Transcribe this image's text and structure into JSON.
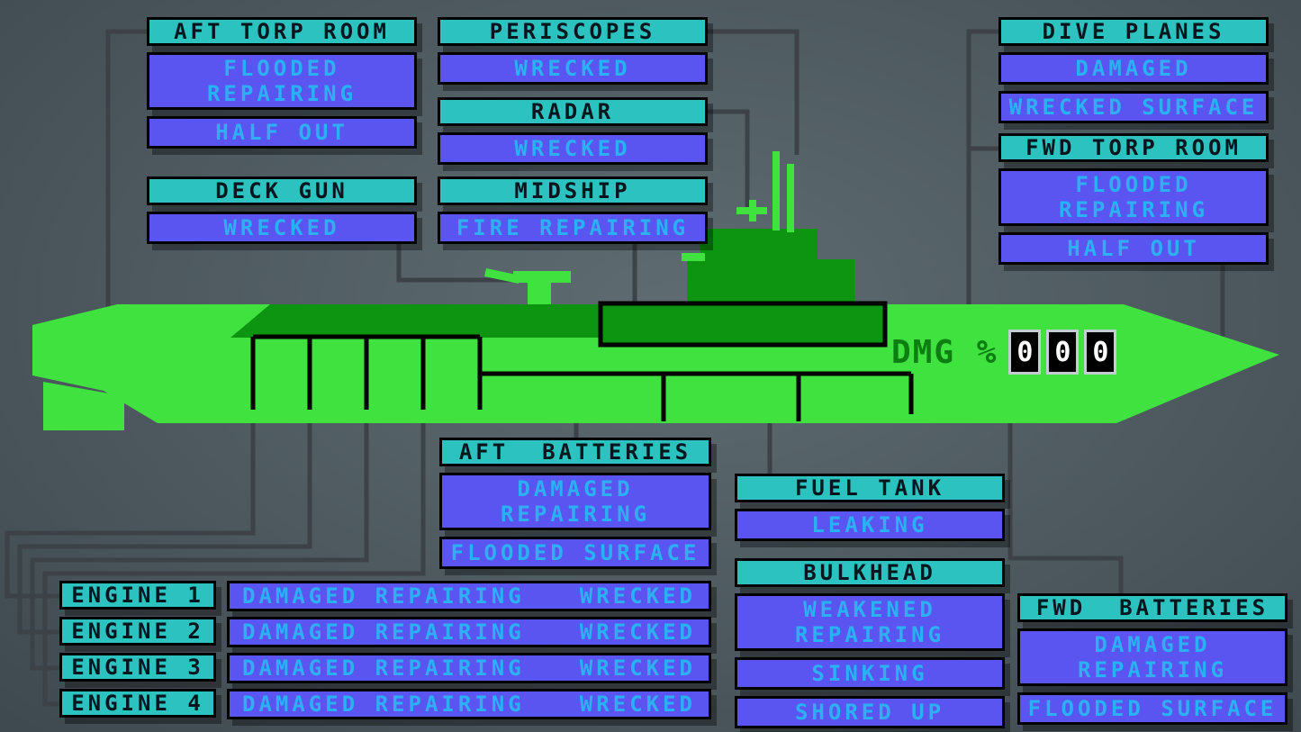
{
  "colors": {
    "header_bg": "#2bc2c0",
    "header_text": "#03161d",
    "status_bg": "#5a55f0",
    "status_text": "#2cb0f2",
    "hull_green": "#3fe23f",
    "deck_green": "#0d9410",
    "connector_line": "#3c4247",
    "digit_bg": "#000000",
    "digit_text": "#ffffff"
  },
  "panels": {
    "aft_torp_room": {
      "title": "AFT TORP ROOM",
      "statuses": [
        "FLOODED\nREPAIRING",
        "HALF OUT"
      ]
    },
    "periscopes": {
      "title": "PERISCOPES",
      "statuses": [
        "WRECKED"
      ]
    },
    "radar": {
      "title": "RADAR",
      "statuses": [
        "WRECKED"
      ]
    },
    "deck_gun": {
      "title": "DECK GUN",
      "statuses": [
        "WRECKED"
      ]
    },
    "midship": {
      "title": "MIDSHIP",
      "statuses": [
        "FIRE REPAIRING"
      ]
    },
    "dive_planes": {
      "title": "DIVE PLANES",
      "statuses": [
        "DAMAGED",
        "WRECKED SURFACE"
      ]
    },
    "fwd_torp_room": {
      "title": "FWD TORP ROOM",
      "statuses": [
        "FLOODED\nREPAIRING",
        "HALF OUT"
      ]
    },
    "aft_batteries": {
      "title": "AFT  BATTERIES",
      "statuses": [
        "DAMAGED\nREPAIRING",
        "FLOODED SURFACE"
      ]
    },
    "fuel_tank": {
      "title": "FUEL TANK",
      "statuses": [
        "LEAKING"
      ]
    },
    "bulkhead": {
      "title": "BULKHEAD",
      "statuses": [
        "WEAKENED\nREPAIRING",
        "SINKING",
        "SHORED UP"
      ]
    },
    "fwd_batteries": {
      "title": "FWD  BATTERIES",
      "statuses": [
        "DAMAGED\nREPAIRING",
        "FLOODED SURFACE"
      ]
    }
  },
  "engines": [
    {
      "label": "ENGINE 1",
      "status_left": "DAMAGED REPAIRING",
      "status_right": "WRECKED"
    },
    {
      "label": "ENGINE 2",
      "status_left": "DAMAGED REPAIRING",
      "status_right": "WRECKED"
    },
    {
      "label": "ENGINE 3",
      "status_left": "DAMAGED REPAIRING",
      "status_right": "WRECKED"
    },
    {
      "label": "ENGINE 4",
      "status_left": "DAMAGED REPAIRING",
      "status_right": "WRECKED"
    }
  ],
  "dmg_counter": {
    "label": "DMG %",
    "digits": [
      "0",
      "0",
      "0"
    ]
  }
}
